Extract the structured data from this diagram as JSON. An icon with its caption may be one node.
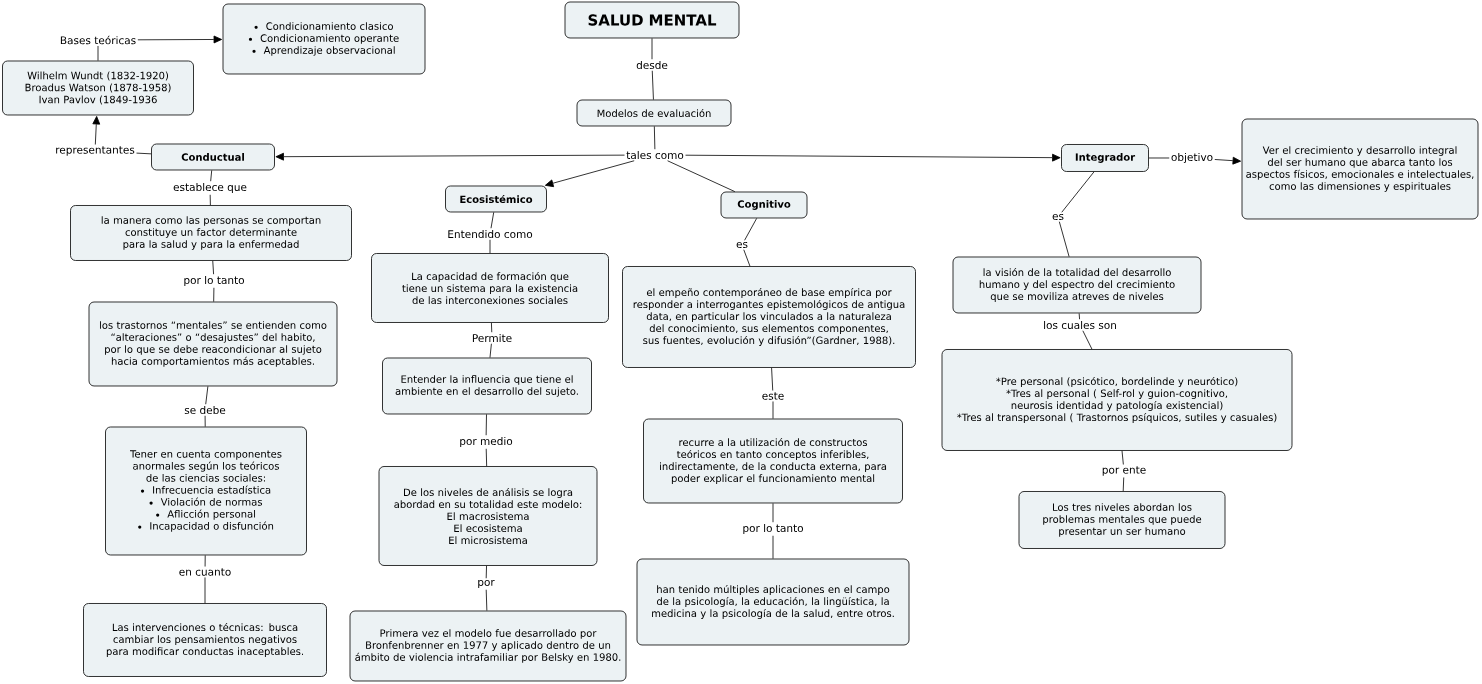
{
  "diagram": {
    "nodes": [
      {
        "text": [
          "SALUD MENTAL"
        ]
      },
      {
        "text": [
          "desde"
        ]
      },
      {
        "text": [
          "Modelos de evaluación"
        ]
      },
      {
        "text": [
          "tales como"
        ]
      },
      {
        "text": [
          "Conductual"
        ]
      },
      {
        "text": [
          "Ecosistémico"
        ]
      },
      {
        "text": [
          "Cognitivo"
        ]
      },
      {
        "text": [
          "Integrador"
        ]
      },
      {
        "text": [
          "objetivo"
        ]
      },
      {
        "text": [
          "Ver el crecimiento y desarrollo integral del ser humano que abarca tanto los aspectos físicos, emocionales e intelectuales, como las dimensiones y espirituales"
        ]
      },
      {
        "text": [
          "representantes"
        ]
      },
      {
        "text": [
          "Wilhelm Wundt (1832-1920)",
          "Broadus Watson (1878-1958)",
          "Ivan Pavlov (1849-1936"
        ]
      },
      {
        "text": [
          "Bases teóricas"
        ]
      },
      {
        "text": [
          "Condicionamiento clasico",
          "Condicionamiento operante",
          "Aprendizaje observacional"
        ]
      },
      {
        "text": [
          "establece que"
        ]
      },
      {
        "text": [
          "la manera como las personas se comportan constituye un factor determinante para la salud y para la enfermedad"
        ]
      },
      {
        "text": [
          "por lo tanto"
        ]
      },
      {
        "text": [
          "los trastornos “mentales” se entienden como “alteraciones” o “desajustes” del habito, por lo que se debe reacondicionar al sujeto hacia comportamientos más aceptables."
        ]
      },
      {
        "text": [
          "se debe"
        ]
      },
      {
        "text": [
          "Tener en cuenta componentes anormales según los teóricos de las ciencias sociales:",
          "Infrecuencia estadística",
          "Violación de normas",
          "Aflicción personal",
          "Incapacidad o disfunción"
        ]
      },
      {
        "text": [
          "en cuanto"
        ]
      },
      {
        "text": [
          "Las intervenciones o técnicas: busca cambiar los pensamientos negativos para modificar conductas inaceptables."
        ]
      },
      {
        "text": [
          "Entendido como"
        ]
      },
      {
        "text": [
          "La capacidad de formación que tiene un sistema para la existencia de las interconexiones sociales"
        ]
      },
      {
        "text": [
          "Permite"
        ]
      },
      {
        "text": [
          "Entender la influencia que tiene el ambiente en el desarrollo del sujeto."
        ]
      },
      {
        "text": [
          "por medio"
        ]
      },
      {
        "text": [
          "De los niveles de análisis se logra abordad en su totalidad este modelo:",
          "El macrosistema",
          "El ecosistema",
          "El microsistema"
        ]
      },
      {
        "text": [
          "por"
        ]
      },
      {
        "text": [
          "Primera vez el modelo fue desarrollado por Bronfenbrenner en 1977 y aplicado dentro de un ámbito de violencia intrafamiliar por Belsky en 1980."
        ]
      },
      {
        "text": [
          "es"
        ]
      },
      {
        "text": [
          "el empeño contemporáneo de base empírica por responder a interrogantes epistemológicos de antigua data, en particular los vinculados a la naturaleza del conocimiento, sus elementos componentes, sus fuentes, evolución y difusión”(Gardner, 1988)."
        ]
      },
      {
        "text": [
          "este"
        ]
      },
      {
        "text": [
          "recurre a la utilización de constructos teóricos en tanto conceptos inferibles, indirectamente, de la conducta externa, para poder explicar el funcionamiento mental"
        ]
      },
      {
        "text": [
          "por lo tanto"
        ]
      },
      {
        "text": [
          "han tenido múltiples aplicaciones en el campo de la psicología, la educación, la lingüística, la medicina y la psicología de la salud, entre otros."
        ]
      },
      {
        "text": [
          "es"
        ]
      },
      {
        "text": [
          "la visión de la totalidad del desarrollo humano y del espectro del crecimiento que se moviliza atreves de niveles"
        ]
      },
      {
        "text": [
          "los cuales son"
        ]
      },
      {
        "text": [
          "*Pre personal (psicótico, bordelinde y neurótico)",
          "*Tres al personal ( Self-rol y guion-cognitivo, neurosis identidad y patología existencial)",
          "*Tres al transpersonal ( Trastornos psíquicos, sutiles y casuales)"
        ]
      },
      {
        "text": [
          "por ente"
        ]
      },
      {
        "text": [
          "Los tres niveles abordan los problemas mentales que puede presentar un ser humano"
        ]
      }
    ],
    "edges": [
      {
        "from": 0,
        "to": 1,
        "arrow": "none"
      },
      {
        "from": 1,
        "to": 2,
        "arrow": "none"
      },
      {
        "from": 2,
        "to": 3,
        "arrow": "none"
      },
      {
        "from": 3,
        "to": 4,
        "arrow": "to"
      },
      {
        "from": 3,
        "to": 5,
        "arrow": "to"
      },
      {
        "from": 3,
        "to": 6,
        "arrow": "none"
      },
      {
        "from": 3,
        "to": 7,
        "arrow": "to"
      },
      {
        "from": 7,
        "to": 8,
        "arrow": "none"
      },
      {
        "from": 8,
        "to": 9,
        "arrow": "to"
      },
      {
        "from": 4,
        "to": 10,
        "arrow": "none"
      },
      {
        "from": 10,
        "to": 11,
        "arrow": "to"
      },
      {
        "from": 11,
        "to": 12,
        "arrow": "none"
      },
      {
        "from": 12,
        "to": 13,
        "arrow": "to"
      },
      {
        "from": 4,
        "to": 14,
        "arrow": "none"
      },
      {
        "from": 14,
        "to": 15,
        "arrow": "none"
      },
      {
        "from": 15,
        "to": 16,
        "arrow": "none"
      },
      {
        "from": 16,
        "to": 17,
        "arrow": "none"
      },
      {
        "from": 17,
        "to": 18,
        "arrow": "none"
      },
      {
        "from": 18,
        "to": 19,
        "arrow": "none"
      },
      {
        "from": 19,
        "to": 20,
        "arrow": "none"
      },
      {
        "from": 20,
        "to": 21,
        "arrow": "none"
      },
      {
        "from": 5,
        "to": 22,
        "arrow": "none"
      },
      {
        "from": 22,
        "to": 23,
        "arrow": "none"
      },
      {
        "from": 23,
        "to": 24,
        "arrow": "none"
      },
      {
        "from": 24,
        "to": 25,
        "arrow": "none"
      },
      {
        "from": 25,
        "to": 26,
        "arrow": "none"
      },
      {
        "from": 26,
        "to": 27,
        "arrow": "none"
      },
      {
        "from": 27,
        "to": 28,
        "arrow": "none"
      },
      {
        "from": 28,
        "to": 29,
        "arrow": "none"
      },
      {
        "from": 6,
        "to": 30,
        "arrow": "none"
      },
      {
        "from": 30,
        "to": 31,
        "arrow": "none"
      },
      {
        "from": 31,
        "to": 32,
        "arrow": "none"
      },
      {
        "from": 32,
        "to": 33,
        "arrow": "none"
      },
      {
        "from": 33,
        "to": 34,
        "arrow": "none"
      },
      {
        "from": 34,
        "to": 35,
        "arrow": "none"
      },
      {
        "from": 7,
        "to": 36,
        "arrow": "none"
      },
      {
        "from": 36,
        "to": 37,
        "arrow": "none"
      },
      {
        "from": 37,
        "to": 38,
        "arrow": "none"
      },
      {
        "from": 38,
        "to": 39,
        "arrow": "none"
      },
      {
        "from": 39,
        "to": 40,
        "arrow": "none"
      },
      {
        "from": 40,
        "to": 41,
        "arrow": "none"
      }
    ]
  }
}
